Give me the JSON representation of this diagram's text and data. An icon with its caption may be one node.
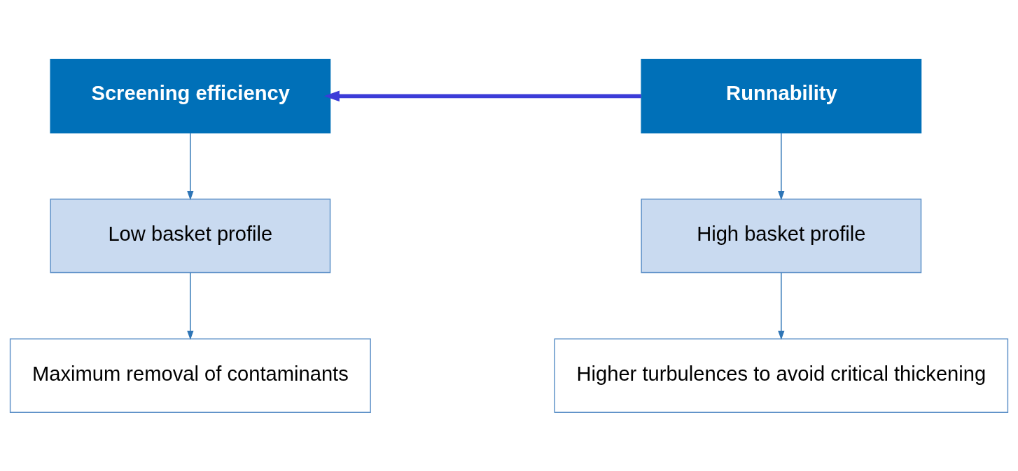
{
  "diagram": {
    "nodes": [
      {
        "text": [
          "Screening efficiency"
        ]
      },
      {
        "text": [
          "Low basket profile"
        ]
      },
      {
        "text": [
          "Maximum removal of contaminants"
        ]
      },
      {
        "text": [
          "Runnability"
        ]
      },
      {
        "text": [
          "High basket profile"
        ]
      },
      {
        "text": [
          "Higher turbulences to avoid critical thickening"
        ]
      }
    ],
    "edges": [
      {
        "from": 0,
        "to": 1,
        "arrow": "to"
      },
      {
        "from": 1,
        "to": 2,
        "arrow": "to"
      },
      {
        "from": 3,
        "to": 4,
        "arrow": "to"
      },
      {
        "from": 4,
        "to": 5,
        "arrow": "to"
      },
      {
        "from": 3,
        "to": 0,
        "arrow": "to",
        "style": "thick",
        "color": "#3c3cd8"
      }
    ]
  }
}
